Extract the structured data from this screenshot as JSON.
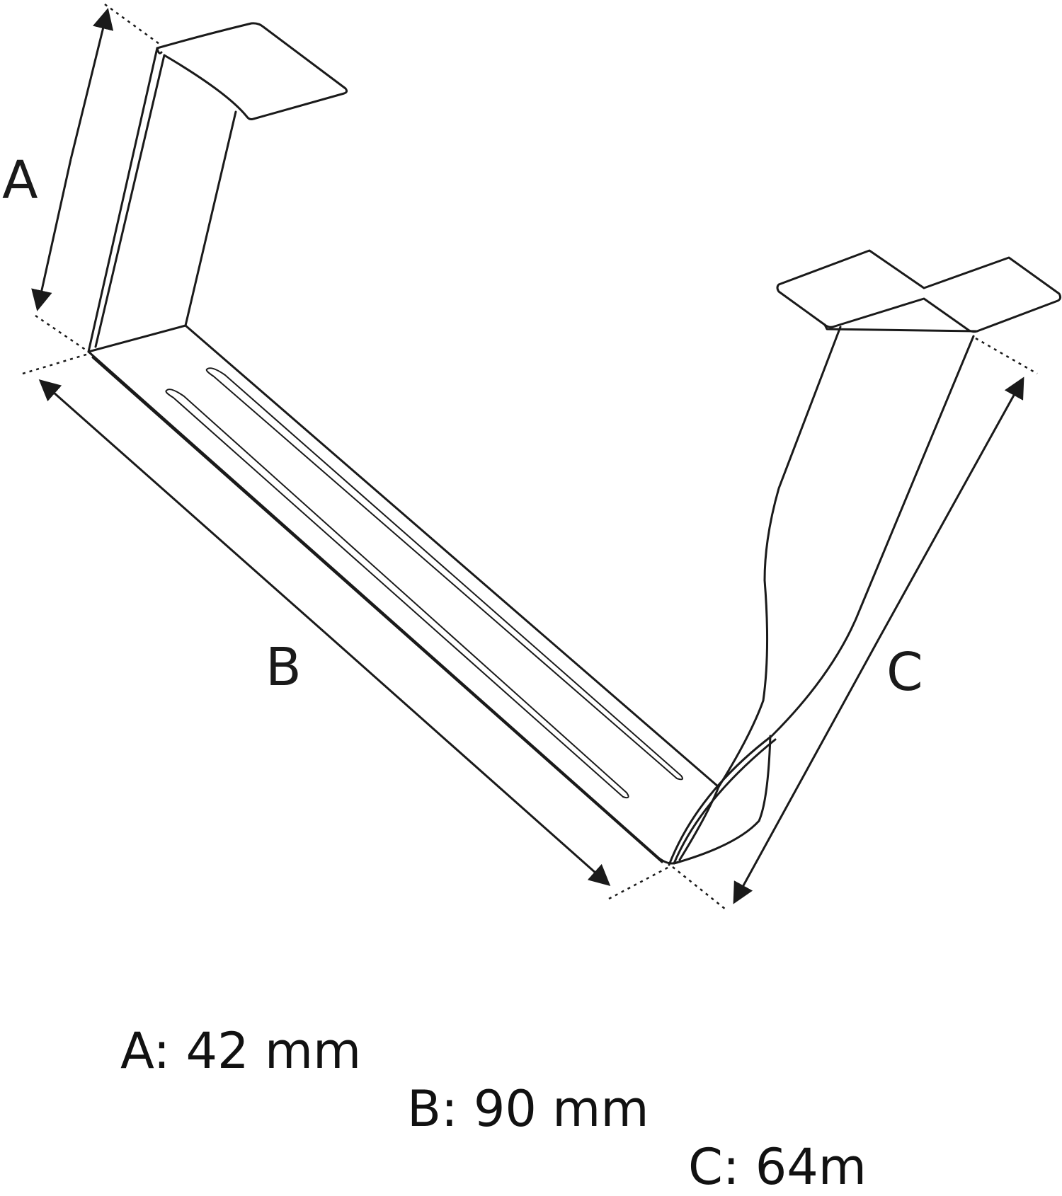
{
  "labels": {
    "a": "A",
    "b": "B",
    "c": "C"
  },
  "caption": {
    "a": "A: 42 mm",
    "b": "B: 90 mm",
    "c": "C: 64m"
  }
}
